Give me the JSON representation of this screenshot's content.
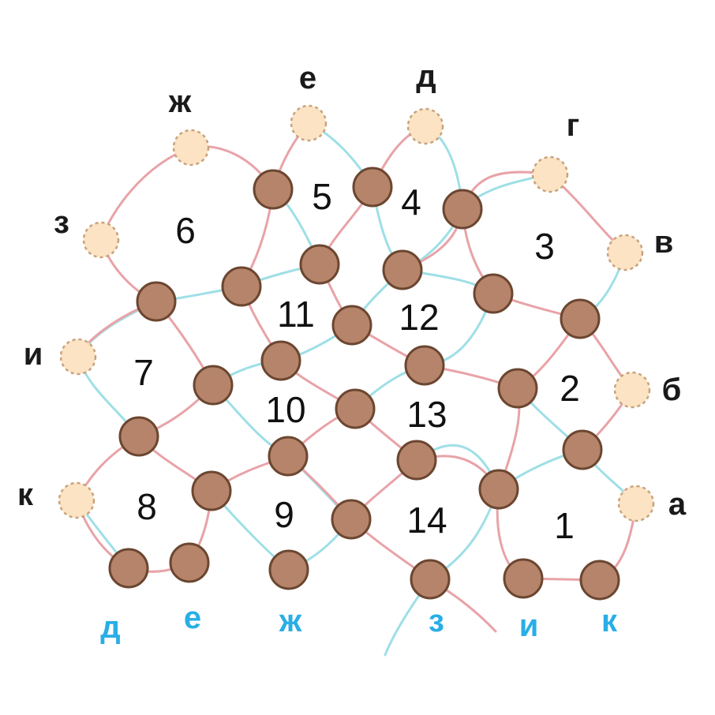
{
  "colors": {
    "thread_pink": "#e8a3a8",
    "thread_blue": "#9fdfe6",
    "bead_fill": "#b5846a",
    "bead_stroke": "#6b4630",
    "anchor_fill": "#fbe3c4",
    "anchor_stroke": "#c9a37c",
    "label_blue": "#29aee6",
    "label_black": "#1a1a1a"
  },
  "cells": [
    {
      "id": "cell-1",
      "text": "1"
    },
    {
      "id": "cell-2",
      "text": "2"
    },
    {
      "id": "cell-3",
      "text": "3"
    },
    {
      "id": "cell-4",
      "text": "4"
    },
    {
      "id": "cell-5",
      "text": "5"
    },
    {
      "id": "cell-6",
      "text": "6"
    },
    {
      "id": "cell-7",
      "text": "7"
    },
    {
      "id": "cell-8",
      "text": "8"
    },
    {
      "id": "cell-9",
      "text": "9"
    },
    {
      "id": "cell-10",
      "text": "10"
    },
    {
      "id": "cell-11",
      "text": "11"
    },
    {
      "id": "cell-12",
      "text": "12"
    },
    {
      "id": "cell-13",
      "text": "13"
    },
    {
      "id": "cell-14",
      "text": "14"
    }
  ],
  "anchor_labels": [
    {
      "id": "a",
      "text": "а"
    },
    {
      "id": "b",
      "text": "б"
    },
    {
      "id": "v",
      "text": "в"
    },
    {
      "id": "g",
      "text": "г"
    },
    {
      "id": "d",
      "text": "д"
    },
    {
      "id": "e",
      "text": "е"
    },
    {
      "id": "zh",
      "text": "ж"
    },
    {
      "id": "z",
      "text": "з"
    },
    {
      "id": "i",
      "text": "и"
    },
    {
      "id": "k",
      "text": "к"
    }
  ],
  "bottom_labels": [
    {
      "id": "d",
      "text": "д"
    },
    {
      "id": "e",
      "text": "е"
    },
    {
      "id": "zh",
      "text": "ж"
    },
    {
      "id": "z",
      "text": "з"
    },
    {
      "id": "i",
      "text": "и"
    },
    {
      "id": "k",
      "text": "к"
    }
  ]
}
